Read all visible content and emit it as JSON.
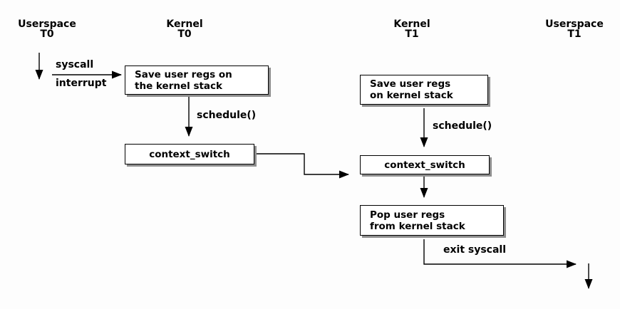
{
  "columns": [
    {
      "label": "Userspace",
      "thread": "T0"
    },
    {
      "label": "Kernel",
      "thread": "T0"
    },
    {
      "label": "Kernel",
      "thread": "T1"
    },
    {
      "label": "Userspace",
      "thread": "T1"
    }
  ],
  "boxes": {
    "save_regs_t0": {
      "line1": "Save user regs on",
      "line2": "the kernel stack"
    },
    "context_switch_t0": {
      "label": "context_switch"
    },
    "save_regs_t1": {
      "line1": "Save user regs",
      "line2": "on kernel stack"
    },
    "context_switch_t1": {
      "label": "context_switch"
    },
    "pop_regs_t1": {
      "line1": "Pop user regs",
      "line2": "from kernel stack"
    }
  },
  "edge_labels": {
    "syscall": "syscall",
    "interrupt": "interrupt",
    "schedule_t0": "schedule()",
    "schedule_t1": "schedule()",
    "exit_syscall": "exit syscall"
  },
  "colors": {
    "ink": "#000000",
    "box_background": "#ffffff",
    "box_shadow": "#8e8e8e",
    "background": "#fdfdfd"
  }
}
